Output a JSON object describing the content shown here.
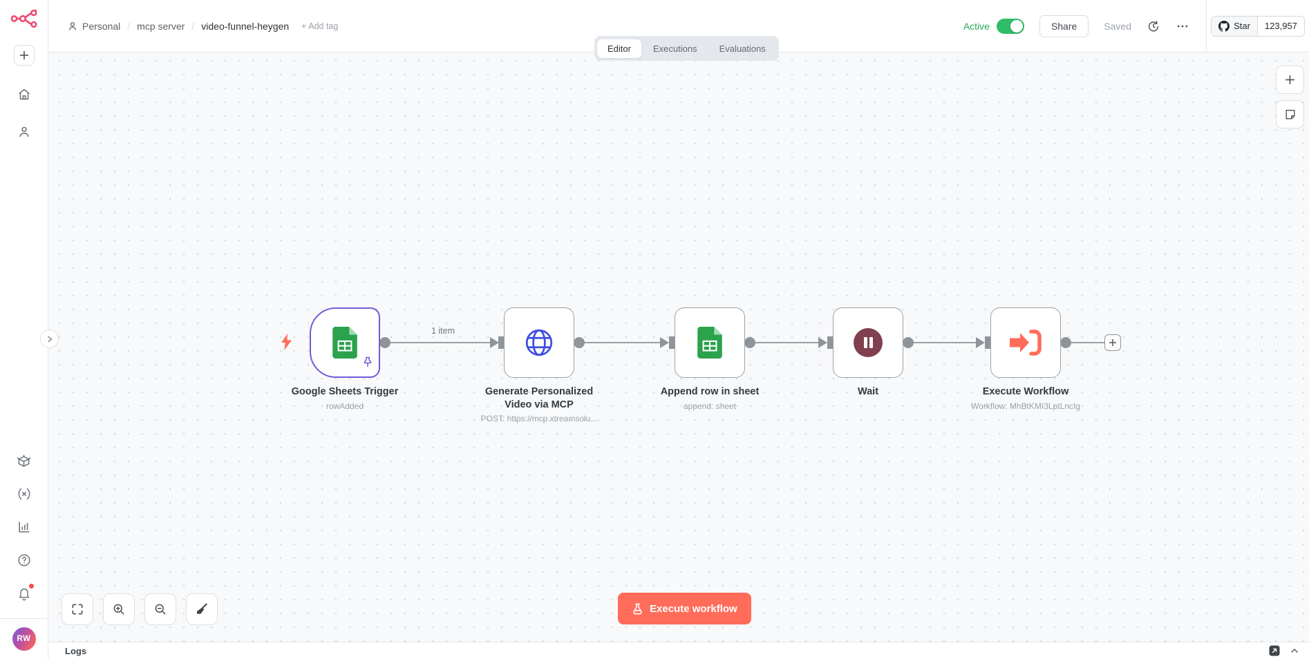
{
  "header": {
    "breadcrumb": {
      "project": "Personal",
      "folder": "mcp server",
      "workflow": "video-funnel-heygen",
      "separator": "/",
      "add_tag": "+ Add tag"
    },
    "active_label": "Active",
    "active_state": "on",
    "share_label": "Share",
    "saved_label": "Saved",
    "github": {
      "star_label": "Star",
      "star_count": "123,957"
    }
  },
  "tabs": [
    {
      "label": "Editor",
      "active": true
    },
    {
      "label": "Executions",
      "active": false
    },
    {
      "label": "Evaluations",
      "active": false
    }
  ],
  "sidebar": {
    "avatar_initials": "RW",
    "icons": [
      "n8n-logo",
      "create-workflow",
      "home",
      "user",
      "templates",
      "variables",
      "insights",
      "help",
      "notifications"
    ]
  },
  "canvas": {
    "edge_label": "1 item",
    "nodes": [
      {
        "title": "Google Sheets Trigger",
        "subtitle": "rowAdded",
        "icon": "google-sheets",
        "type": "trigger",
        "pinned": true,
        "selected": true
      },
      {
        "title": "Generate Personalized Video via MCP",
        "subtitle": "POST: https://mcp.xtreamsolu...",
        "icon": "globe-http",
        "type": "action"
      },
      {
        "title": "Append row in sheet",
        "subtitle": "append: sheet",
        "icon": "google-sheets",
        "type": "action"
      },
      {
        "title": "Wait",
        "subtitle": "",
        "icon": "pause-circle",
        "type": "action"
      },
      {
        "title": "Execute Workflow",
        "subtitle": "Workflow: MhBtKMI3LptLncIg",
        "icon": "execute-workflow",
        "type": "action"
      }
    ],
    "execute_button": "Execute workflow",
    "zoom_controls": [
      "fit-view",
      "zoom-in",
      "zoom-out",
      "tidy-up"
    ]
  },
  "footer": {
    "logs_label": "Logs"
  },
  "colors": {
    "accent": "#ff6d5a",
    "active_green": "#2fbc68",
    "pinned_purple": "#6e5bd8",
    "wait_maroon": "#804050",
    "sheets_green": "#2ba24c",
    "http_blue": "#3e4ce0",
    "brand_pink": "#ea4b71"
  }
}
